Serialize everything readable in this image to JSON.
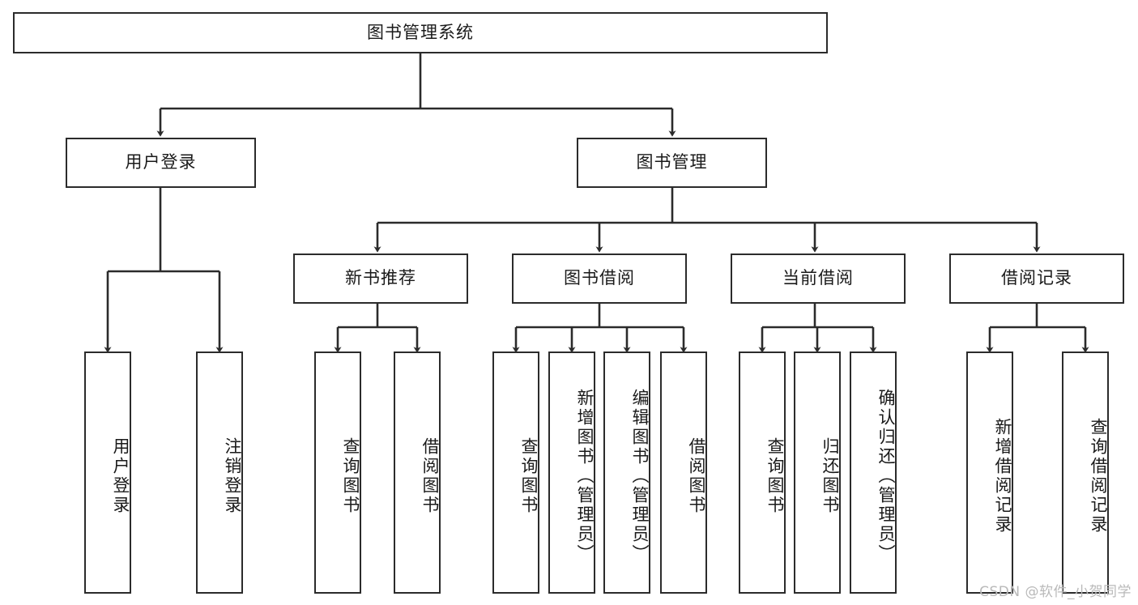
{
  "diagram": {
    "title": "图书管理系统",
    "type": "tree-hierarchy",
    "watermark": "CSDN @软件_小贺同学",
    "colors": {
      "stroke": "#2b2b2b",
      "fill": "#ffffff",
      "text": "#1a1a1a",
      "watermark": "#b9b9b9"
    },
    "root": {
      "label": "图书管理系统",
      "id": "root"
    },
    "level2": [
      {
        "id": "user-login",
        "label": "用户登录"
      },
      {
        "id": "book-manage",
        "label": "图书管理"
      }
    ],
    "level3": [
      {
        "id": "new-book-recommend",
        "label": "新书推荐",
        "parent": "book-manage"
      },
      {
        "id": "book-borrow",
        "label": "图书借阅",
        "parent": "book-manage"
      },
      {
        "id": "current-borrow",
        "label": "当前借阅",
        "parent": "book-manage"
      },
      {
        "id": "borrow-record",
        "label": "借阅记录",
        "parent": "book-manage"
      }
    ],
    "leaves": [
      {
        "id": "leaf-user-login",
        "label": "用户登录",
        "parent": "user-login"
      },
      {
        "id": "leaf-logout-login",
        "label": "注销登录",
        "parent": "user-login"
      },
      {
        "id": "leaf-query-book-1",
        "label": "查询图书",
        "parent": "new-book-recommend"
      },
      {
        "id": "leaf-borrow-book-1",
        "label": "借阅图书",
        "parent": "new-book-recommend"
      },
      {
        "id": "leaf-query-book-2",
        "label": "查询图书",
        "parent": "book-borrow"
      },
      {
        "id": "leaf-add-book",
        "label": "新增图书（管理员）",
        "parent": "book-borrow"
      },
      {
        "id": "leaf-edit-book",
        "label": "编辑图书（管理员）",
        "parent": "book-borrow"
      },
      {
        "id": "leaf-borrow-book-2",
        "label": "借阅图书",
        "parent": "book-borrow"
      },
      {
        "id": "leaf-query-book-3",
        "label": "查询图书",
        "parent": "current-borrow"
      },
      {
        "id": "leaf-return-book",
        "label": "归还图书",
        "parent": "current-borrow"
      },
      {
        "id": "leaf-confirm-return",
        "label": "确认归还（管理员）",
        "parent": "current-borrow"
      },
      {
        "id": "leaf-add-record",
        "label": "新增借阅记录",
        "parent": "borrow-record"
      },
      {
        "id": "leaf-query-record",
        "label": "查询借阅记录",
        "parent": "borrow-record"
      }
    ]
  }
}
